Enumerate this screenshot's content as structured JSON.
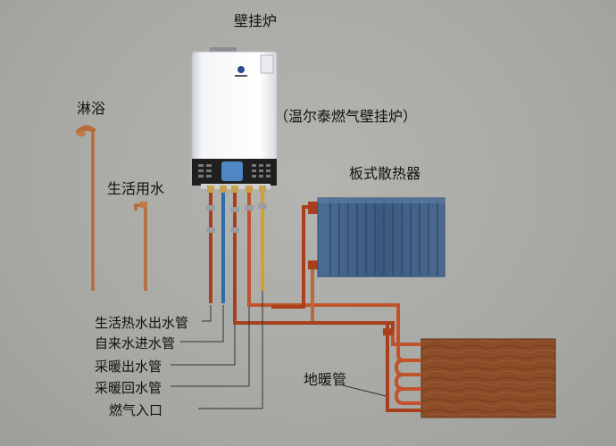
{
  "labels": {
    "boiler": "壁挂炉",
    "brand": "（温尔泰燃气壁挂炉）",
    "shower": "淋浴",
    "domestic_water": "生活用水",
    "radiator": "板式散热器",
    "floor_heating": "地暖管"
  },
  "pipe_labels": [
    "生活热水出水管",
    "自来水进水管",
    "采暖出水管",
    "采暖回水管",
    "燃气入口"
  ],
  "colors": {
    "hot_pipe": "#a8401e",
    "cold_pipe": "#2b6ea8",
    "gas_pipe": "#d2a12a",
    "copper_pipe": "#b86a3a",
    "radiator": "#3f5f86",
    "floor_wood": "#8a4b28",
    "boiler_body": "#f2f3f5",
    "boiler_panel": "#222222",
    "boiler_screen": "#4f86c4"
  }
}
